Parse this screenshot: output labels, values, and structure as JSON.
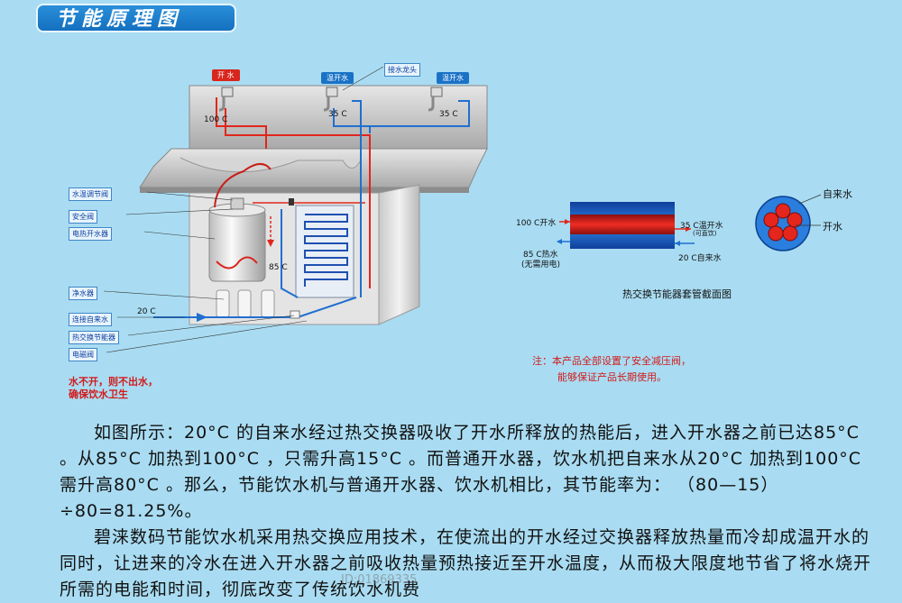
{
  "title": "节能原理图",
  "faucets": {
    "hot": {
      "label": "开 水",
      "temp": "100 C"
    },
    "warm1": {
      "label": "温开水",
      "temp": "35 C"
    },
    "warm2": {
      "label": "温开水",
      "temp": "35 C"
    },
    "tap": "接水龙头"
  },
  "callouts": [
    "水温调节阀",
    "安全阀",
    "电热开水器",
    "净水器",
    "连接自来水",
    "热交换节能器",
    "电磁阀"
  ],
  "inlet_temp": "20 C",
  "mid_temp": "85 C",
  "hygiene_note": {
    "line1": "水不开，则不出水，",
    "line2": "确保饮水卫生"
  },
  "exchanger": {
    "in_hot": "100 C开水",
    "out_warm": "35 C温开水",
    "out_warm_sub": "(可直饮)",
    "out_85": "85 C热水",
    "out_85_sub": "(无需用电)",
    "in_tap": "20 C自来水",
    "legend_tap": "自来水",
    "legend_hot": "开水",
    "caption": "热交换节能器套管截面图"
  },
  "safety_note": {
    "line1": "注：本产品全部设置了安全减压阀，",
    "line2": "能够保证产品长期使用。"
  },
  "body": [
    "如图所示：20°C 的自来水经过热交换器吸收了开水所释放的热能后，进入开水器之前已达85°C 。从85°C 加热到100°C ，只需升高15°C 。而普通开水器，饮水机把自来水从20°C 加热到100°C 需升高80°C 。那么，节能饮水机与普通开水器、饮水机相比，其节能率为： （80—15） ÷80=81.25%。",
    "碧涞数码节能饮水机采用热交换应用技术，在使流出的开水经过交换器释放热量而冷却成温开水的同时，让进来的冷水在进入开水器之前吸收热量预热接近至开水温度，从而极大限度地节省了将水烧开所需的电能和时间，彻底改变了传统饮水机费"
  ],
  "watermark": "ID:01869335",
  "colors": {
    "hot": "#e0261c",
    "cold": "#1f6fd0",
    "background": "#a9dcf2"
  }
}
